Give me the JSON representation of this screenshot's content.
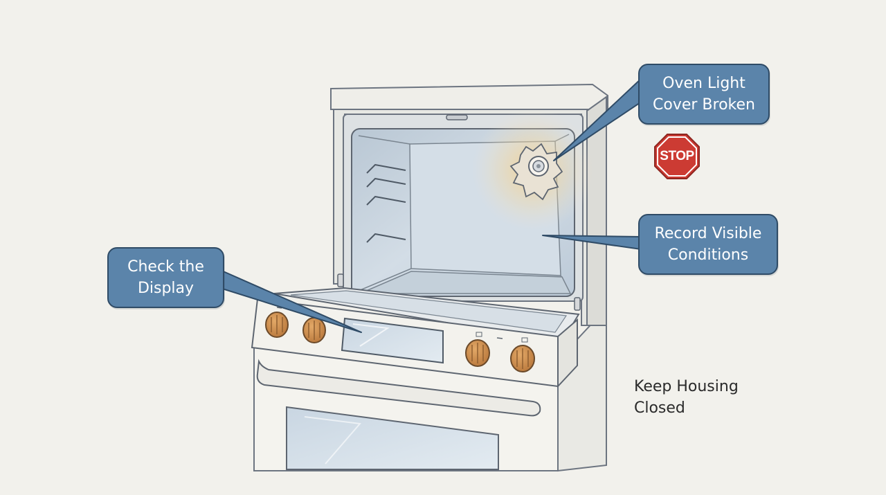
{
  "callouts": {
    "oven_light": "Oven Light\nCover Broken",
    "record_conditions": "Record Visible\nConditions",
    "check_display": "Check the\nDisplay"
  },
  "stop_sign": {
    "text": "STOP",
    "color": "#cc3b33"
  },
  "note": {
    "keep_housing": "Keep Housing\nClosed"
  },
  "colors": {
    "callout_fill": "#5b84aa",
    "callout_border": "#2f4b66",
    "knob_wood": "#c98a4b",
    "glow": "#f3c77a"
  },
  "icons": [
    "stop-sign-icon",
    "oven-light-bulb-icon",
    "knob-icon"
  ]
}
